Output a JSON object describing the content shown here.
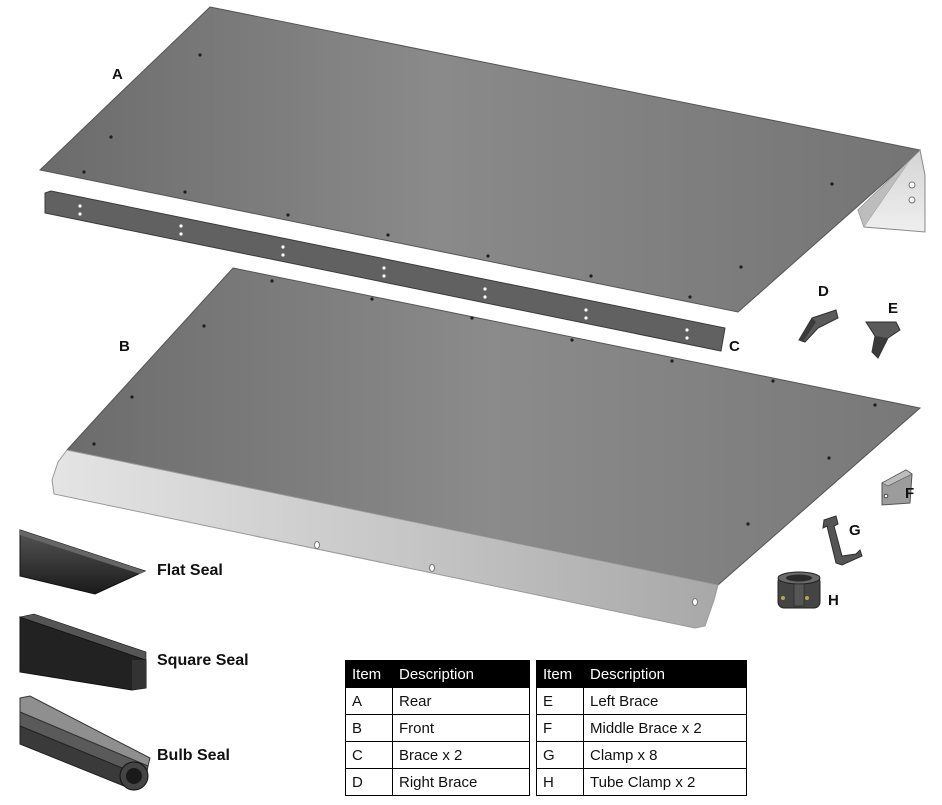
{
  "labels": {
    "a": "A",
    "b": "B",
    "c": "C",
    "d": "D",
    "e": "E",
    "f": "F",
    "g": "G",
    "h": "H"
  },
  "seals": {
    "flat": "Flat Seal",
    "square": "Square Seal",
    "bulb": "Bulb Seal"
  },
  "table": {
    "header_item": "Item",
    "header_desc": "Description",
    "left": [
      {
        "item": "A",
        "desc": "Rear"
      },
      {
        "item": "B",
        "desc": "Front"
      },
      {
        "item": "C",
        "desc": "Brace x 2"
      },
      {
        "item": "D",
        "desc": "Right Brace"
      }
    ],
    "right": [
      {
        "item": "E",
        "desc": "Left Brace"
      },
      {
        "item": "F",
        "desc": "Middle Brace x 2"
      },
      {
        "item": "G",
        "desc": "Clamp x 8"
      },
      {
        "item": "H",
        "desc": "Tube Clamp x 2"
      }
    ]
  }
}
